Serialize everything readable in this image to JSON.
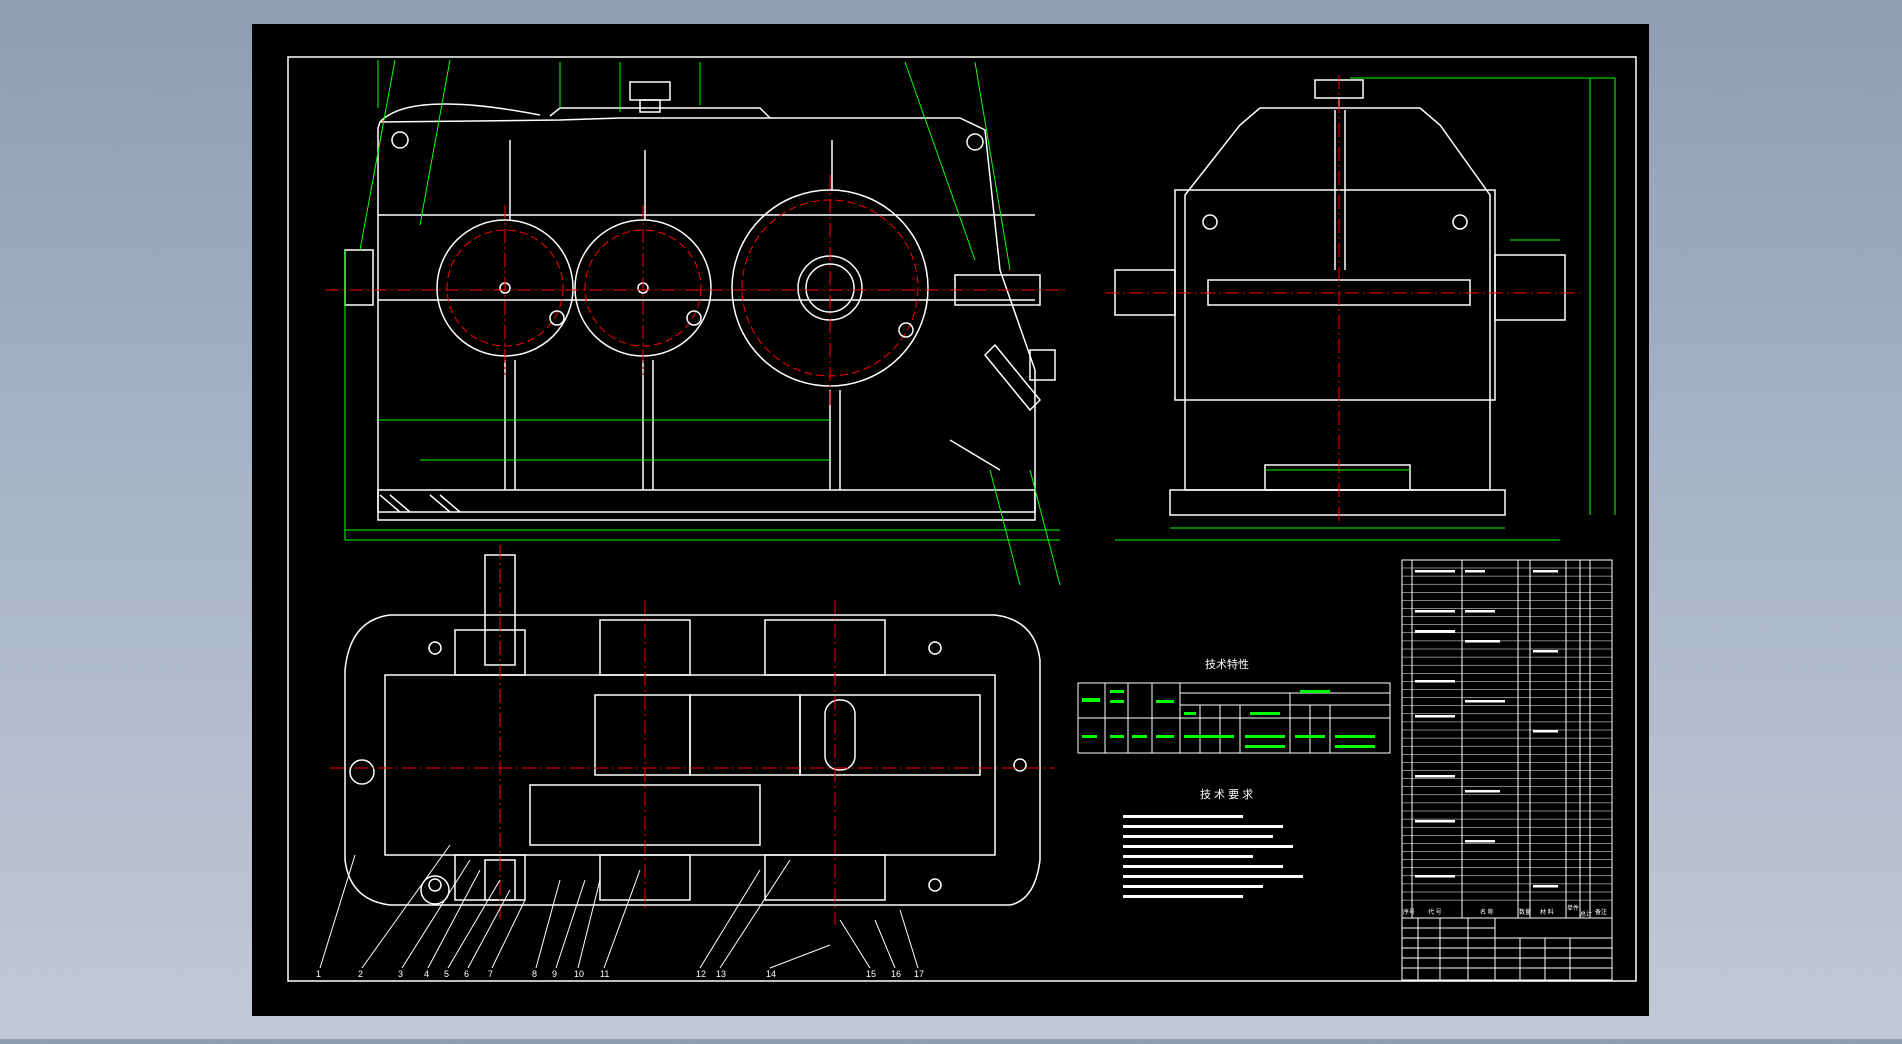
{
  "colors": {
    "background_top": "#8f9db3",
    "background_bottom": "#c2c9d6",
    "sheet": "#000000",
    "outline": "#ffffff",
    "dimension": "#00ff00",
    "centerline": "#ff0000",
    "text": "#ffffff"
  },
  "drawing": {
    "params_title": "技术特性",
    "tech_title": "技 术 要 求",
    "bom_header": [
      "序号",
      "代 号",
      "名 称",
      "数量",
      "材 料",
      "单件",
      "总计",
      "备注"
    ],
    "balloons": [
      "1",
      "2",
      "3",
      "4",
      "5",
      "6",
      "7",
      "8",
      "9",
      "10",
      "11",
      "12",
      "13",
      "14",
      "15",
      "16",
      "17"
    ]
  }
}
